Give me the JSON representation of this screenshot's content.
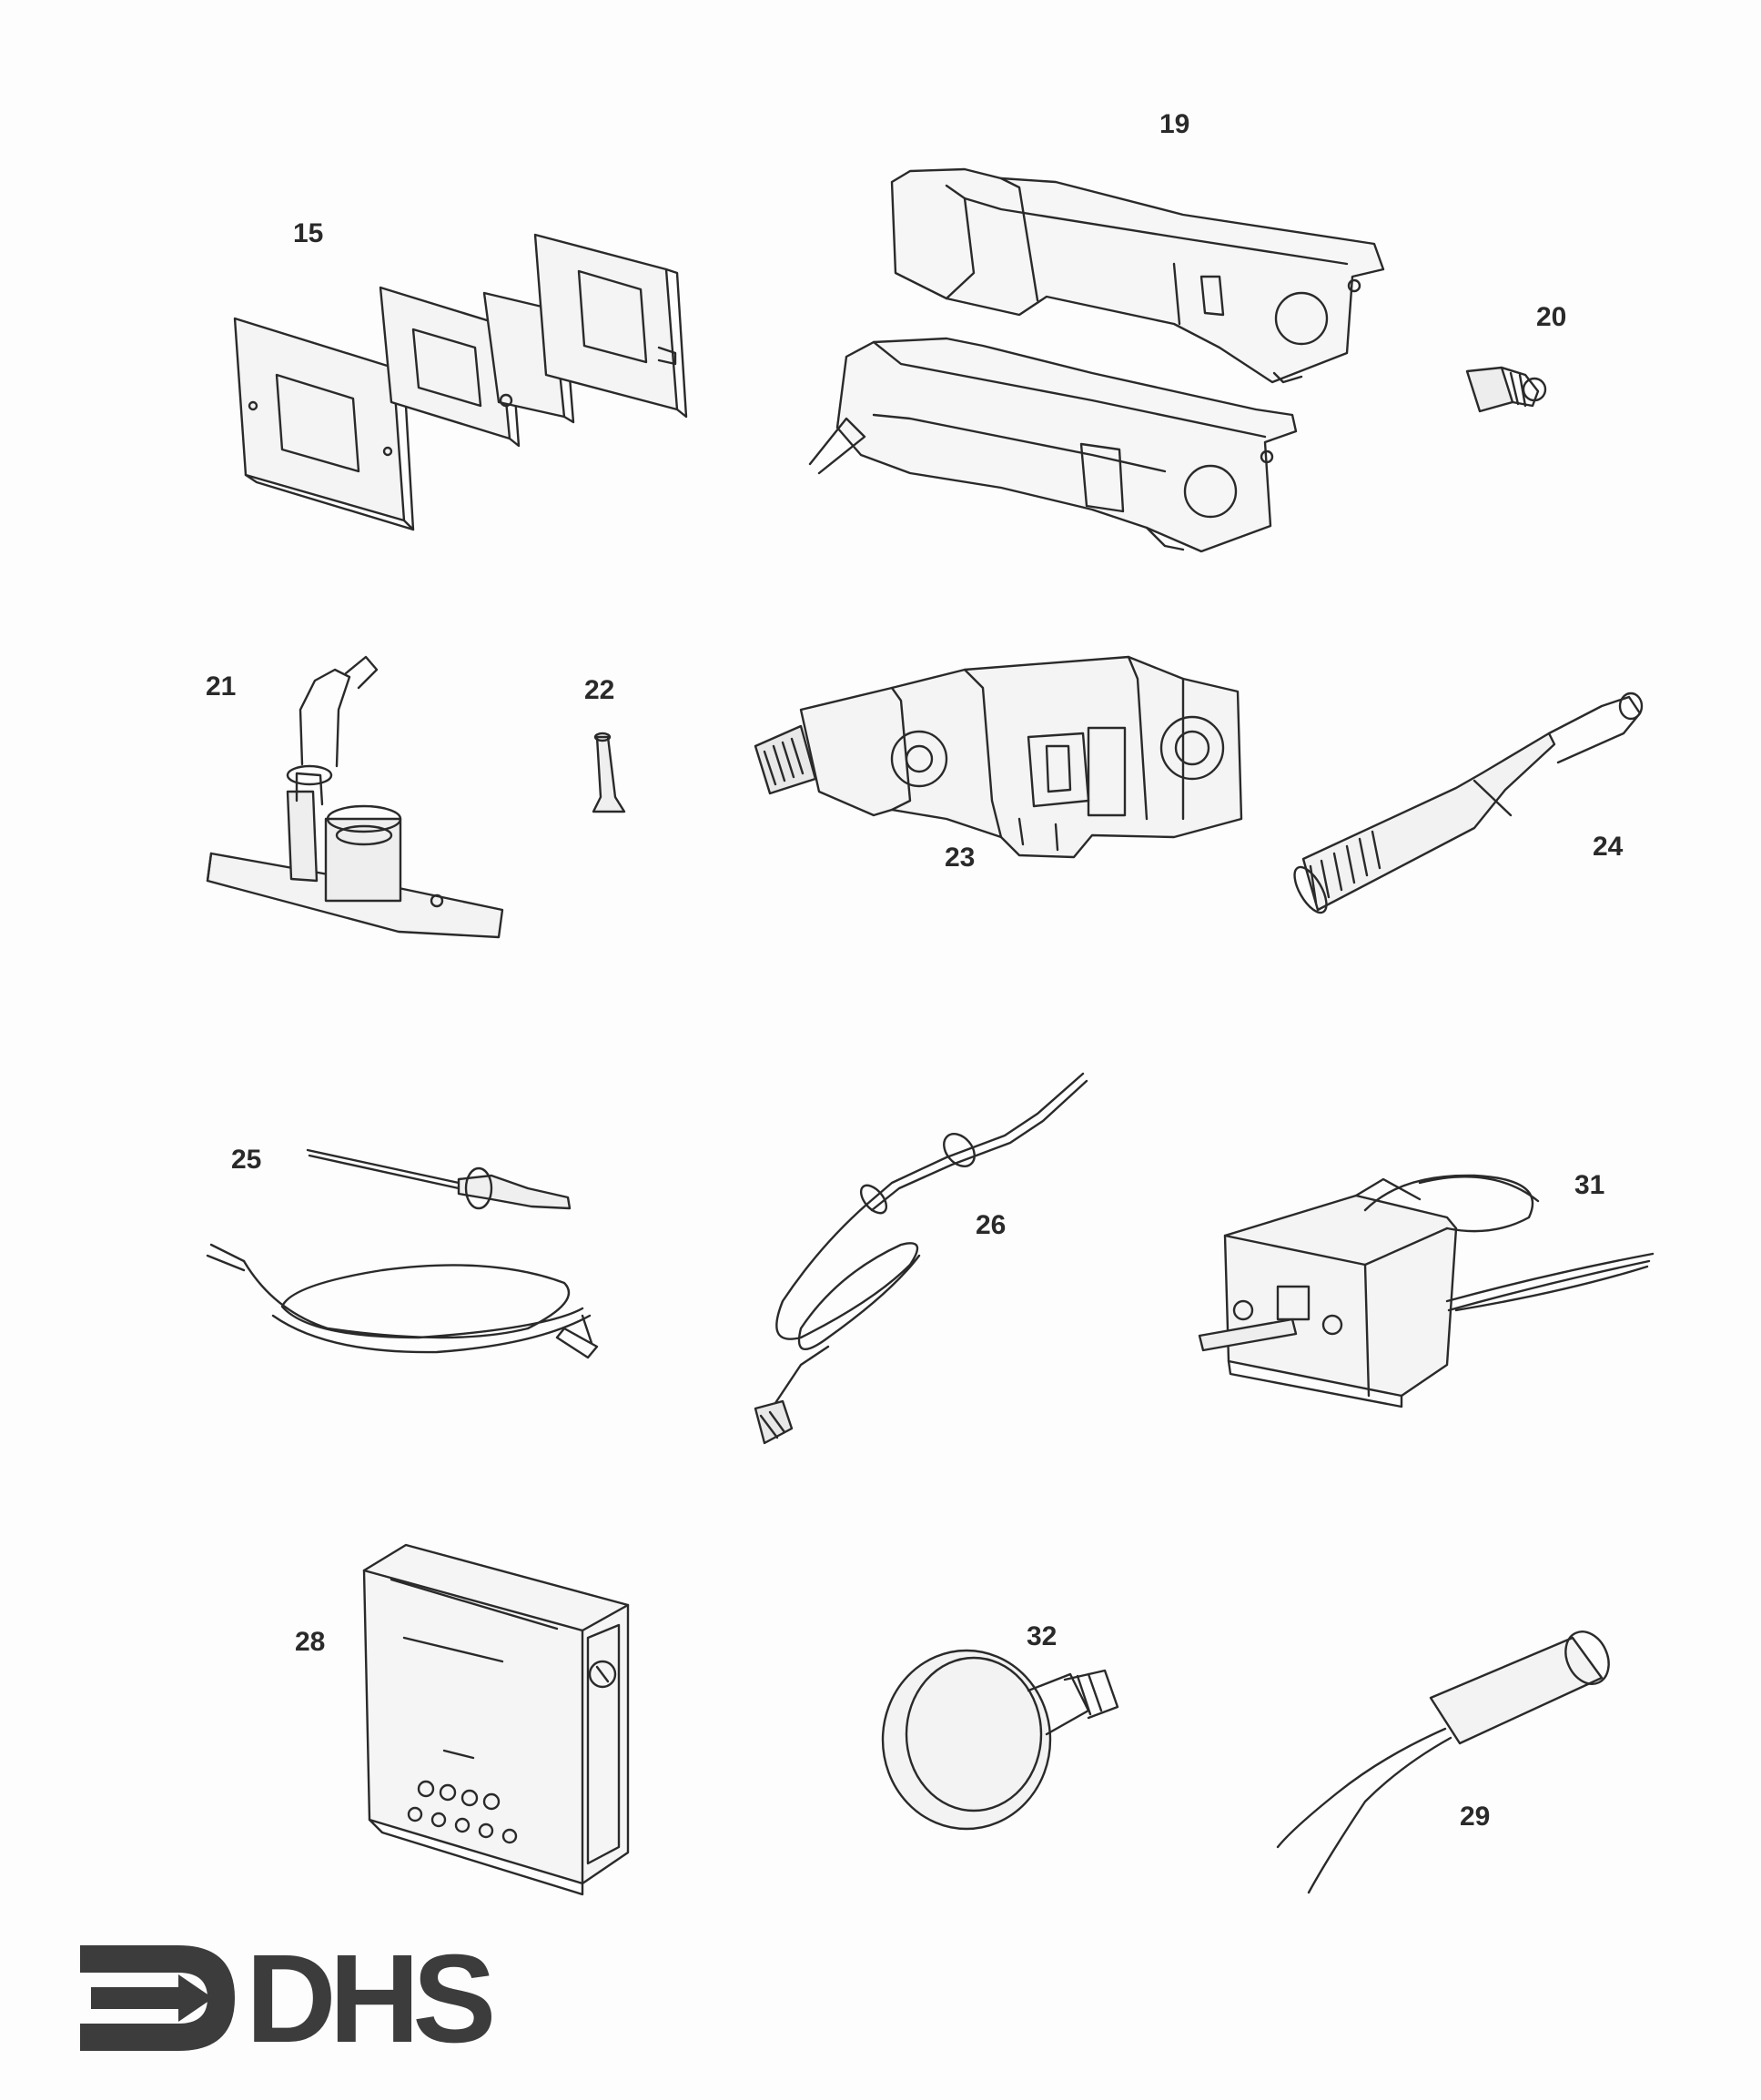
{
  "brand": {
    "logo_text": "DHS",
    "color": "#3c3c3c"
  },
  "callouts": {
    "c15": "15",
    "c19": "19",
    "c20": "20",
    "c21": "21",
    "c22": "22",
    "c23": "23",
    "c24": "24",
    "c25": "25",
    "c26": "26",
    "c31": "31",
    "c28": "28",
    "c32": "32",
    "c29": "29"
  },
  "colors": {
    "ink": "#2a2a2a",
    "paper": "#fdfdfd"
  }
}
